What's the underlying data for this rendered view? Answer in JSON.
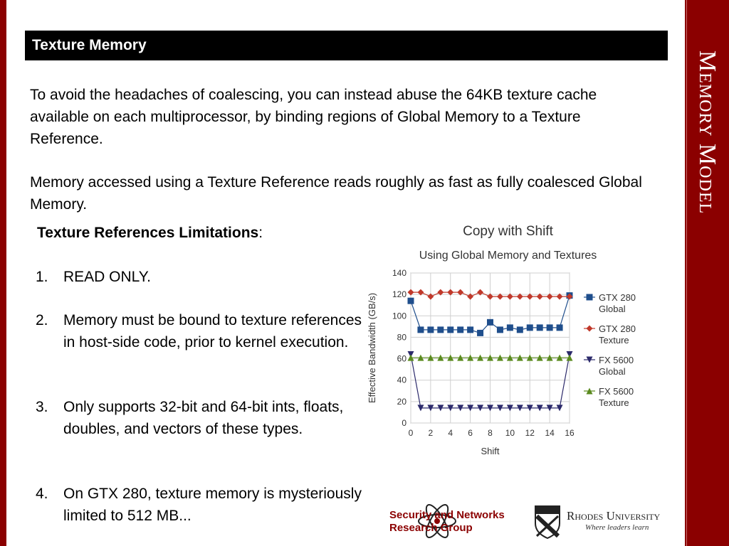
{
  "side_title": "Memory Model",
  "slide_title": "Texture Memory",
  "paragraphs": [
    "To avoid the headaches of coalescing, you can instead abuse the 64KB texture cache available on each multiprocessor, by binding regions of Global Memory to a Texture Reference.",
    "Memory accessed using a Texture Reference reads roughly as fast as fully coalesced Global Memory."
  ],
  "limitations": {
    "heading": "Texture References Limitations",
    "colon": ":",
    "items": [
      {
        "num": "1.",
        "text": "READ ONLY."
      },
      {
        "num": "2.",
        "text": "Memory must be bound to texture references in host-side code, prior to kernel execution."
      },
      {
        "num": "3.",
        "text": "Only supports 32-bit and 64-bit ints, floats, doubles, and vectors of these types."
      },
      {
        "num": "4.",
        "text": "On GTX 280, texture memory is mysteriously limited to 512 MB..."
      }
    ]
  },
  "footer": {
    "snrg_line1": "Security and Networks",
    "snrg_line2": "Research Group",
    "rhodes_name": "Rhodes University",
    "rhodes_tagline": "Where leaders learn"
  },
  "chart_data": {
    "type": "line",
    "title": "Copy with Shift",
    "subtitle": "Using Global Memory and Textures",
    "xlabel": "Shift",
    "ylabel": "Effective Bandwidth (GB/s)",
    "xlim": [
      0,
      16
    ],
    "ylim": [
      0,
      140
    ],
    "xticks": [
      0,
      2,
      4,
      6,
      8,
      10,
      12,
      14,
      16
    ],
    "yticks": [
      0,
      20,
      40,
      60,
      80,
      100,
      120,
      140
    ],
    "grid": true,
    "legend_position": "right",
    "x": [
      0,
      1,
      2,
      3,
      4,
      5,
      6,
      7,
      8,
      9,
      10,
      11,
      12,
      13,
      14,
      15,
      16
    ],
    "series": [
      {
        "name_line1": "GTX 280",
        "name_line2": "Global",
        "marker": "square",
        "color": "#1f4e8c",
        "values": [
          114,
          87,
          87,
          87,
          87,
          87,
          87,
          84,
          94,
          87,
          89,
          87,
          89,
          89,
          89,
          89,
          119
        ]
      },
      {
        "name_line1": "GTX 280",
        "name_line2": "Texture",
        "marker": "diamond",
        "color": "#c0392b",
        "values": [
          122,
          122,
          118,
          122,
          122,
          122,
          118,
          122,
          118,
          118,
          118,
          118,
          118,
          118,
          118,
          118,
          118
        ]
      },
      {
        "name_line1": "FX 5600",
        "name_line2": "Global",
        "marker": "triangle-down",
        "color": "#2c2a6b",
        "values": [
          64,
          14,
          14,
          14,
          14,
          14,
          14,
          14,
          14,
          14,
          14,
          14,
          14,
          14,
          14,
          14,
          64
        ]
      },
      {
        "name_line1": "FX 5600",
        "name_line2": "Texture",
        "marker": "triangle-up",
        "color": "#5a8a1e",
        "values": [
          61,
          61,
          61,
          61,
          61,
          61,
          61,
          61,
          61,
          61,
          61,
          61,
          61,
          61,
          61,
          61,
          61
        ]
      }
    ]
  }
}
